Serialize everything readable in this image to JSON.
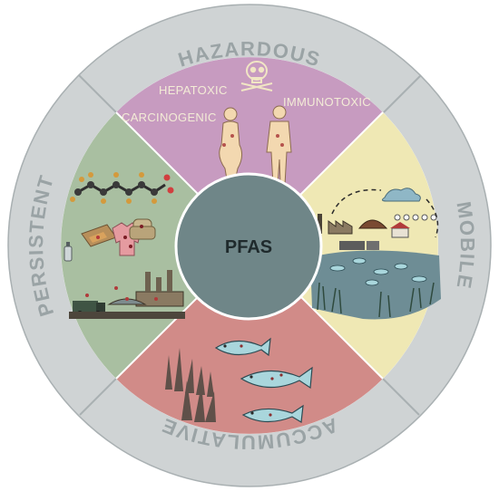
{
  "center": {
    "label": "PFAS"
  },
  "ring": {
    "top": "HAZARDOUS",
    "right": "MOBILE",
    "bottom": "ACCUMULATIVE",
    "left": "PERSISTENT"
  },
  "hazard_effects": {
    "hepatotoxic": "HEPATOXIC",
    "carcinogenic": "CARCINOGENIC",
    "immunotoxic": "IMMUNOTOXIC"
  },
  "colors": {
    "ring": "#cfd3d4",
    "ring_dividers": "#a9b0b2",
    "hazardous": "#c79bc0",
    "mobile": "#efe8b4",
    "accumulative": "#d18b88",
    "persistent": "#a9bfa1",
    "center": "#6f8688",
    "water": "#6e8d95",
    "fish": "#a9d6dc"
  },
  "icons": [
    "skull-crossbones-icon",
    "female-body-icon",
    "male-body-icon",
    "pfas-molecule-icon",
    "pizza-box-icon",
    "jacket-icon",
    "armchair-icon",
    "spray-can-icon",
    "factory-boat-icon",
    "garbage-truck-icon",
    "factory-icon",
    "landfill-icon",
    "cloud-icon",
    "farm-icon",
    "fish-icon",
    "seaweed-icon"
  ]
}
